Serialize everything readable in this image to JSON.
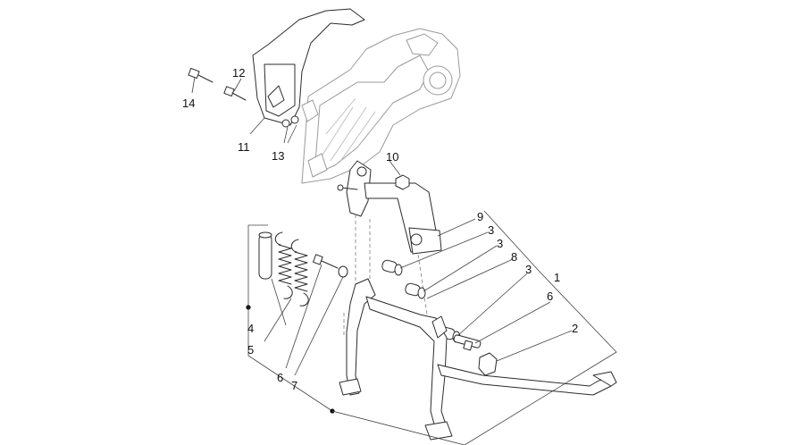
{
  "callouts": {
    "c1": "1",
    "c2": "2",
    "c3a": "3",
    "c3b": "3",
    "c3c": "3",
    "c4": "4",
    "c5": "5",
    "c6a": "6",
    "c6b": "6",
    "c7": "7",
    "c8": "8",
    "c9": "9",
    "c10": "10",
    "c11": "11",
    "c12": "12",
    "c13": "13",
    "c14": "14"
  },
  "colors": {
    "line": "#2b2b2b",
    "frame_grey": "#9a9a9a",
    "background": "#ffffff"
  }
}
